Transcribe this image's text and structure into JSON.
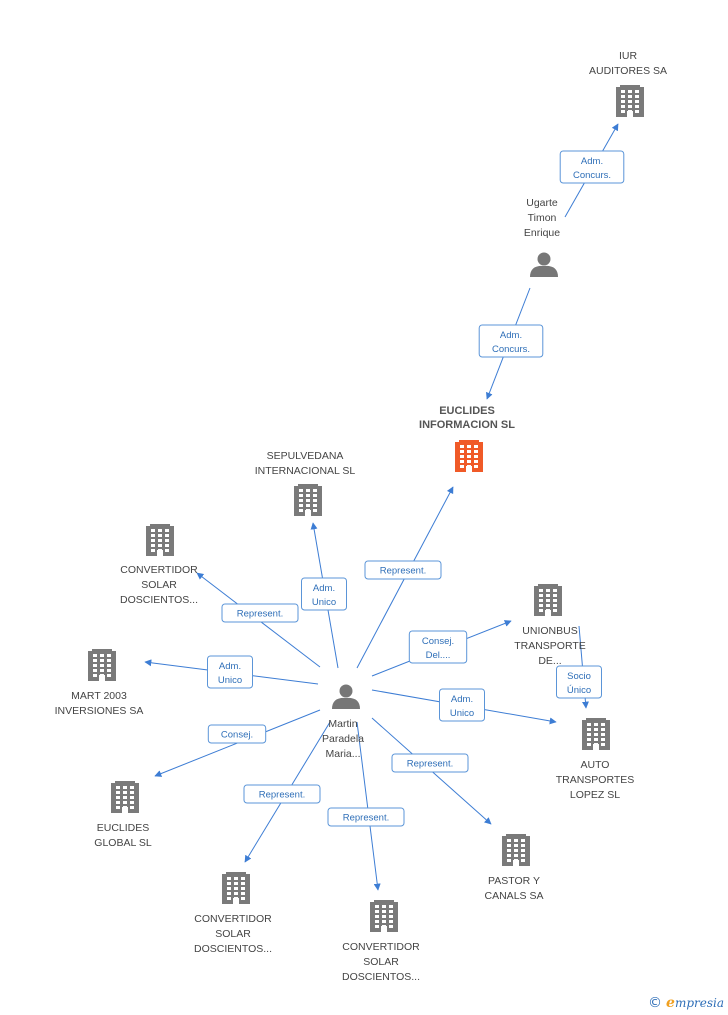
{
  "colors": {
    "edge": "#3d7dd4",
    "label_border": "#5b95d8",
    "label_text": "#2f6fb8",
    "company": "#7a7a7a",
    "company_main": "#f05a28",
    "person": "#777777"
  },
  "nodes": [
    {
      "id": "iur",
      "type": "company",
      "label": [
        "IUR",
        "AUDITORES SA"
      ]
    },
    {
      "id": "ugarte",
      "type": "person",
      "label": [
        "Ugarte",
        "Timon",
        "Enrique"
      ]
    },
    {
      "id": "euclides_info",
      "type": "company",
      "main": true,
      "label": [
        "EUCLIDES",
        "INFORMACION SL"
      ]
    },
    {
      "id": "sepulvedana",
      "type": "company",
      "label": [
        "SEPULVEDANA",
        "INTERNACIONAL SL"
      ]
    },
    {
      "id": "conv1",
      "type": "company",
      "label": [
        "CONVERTIDOR",
        "SOLAR",
        "DOSCIENTOS..."
      ]
    },
    {
      "id": "mart",
      "type": "company",
      "label": [
        "MART 2003",
        "INVERSIONES SA"
      ]
    },
    {
      "id": "martin",
      "type": "person",
      "label": [
        "Martin",
        "Paradela",
        "Maria..."
      ]
    },
    {
      "id": "euclides_global",
      "type": "company",
      "label": [
        "EUCLIDES",
        "GLOBAL SL"
      ]
    },
    {
      "id": "conv2",
      "type": "company",
      "label": [
        "CONVERTIDOR",
        "SOLAR",
        "DOSCIENTOS..."
      ]
    },
    {
      "id": "conv3",
      "type": "company",
      "label": [
        "CONVERTIDOR",
        "SOLAR",
        "DOSCIENTOS..."
      ]
    },
    {
      "id": "pastor",
      "type": "company",
      "label": [
        "PASTOR Y",
        "CANALS SA"
      ]
    },
    {
      "id": "auto",
      "type": "company",
      "label": [
        "AUTO",
        "TRANSPORTES",
        "LOPEZ SL"
      ]
    },
    {
      "id": "unionbus",
      "type": "company",
      "label": [
        "UNIONBUS",
        "TRANSPORTE",
        "DE..."
      ]
    }
  ],
  "edges": [
    {
      "from": "ugarte",
      "to": "iur",
      "label": [
        "Adm.",
        "Concurs."
      ]
    },
    {
      "from": "ugarte",
      "to": "euclides_info",
      "label": [
        "Adm.",
        "Concurs."
      ]
    },
    {
      "from": "martin",
      "to": "euclides_info",
      "label": [
        "Represent."
      ]
    },
    {
      "from": "martin",
      "to": "sepulvedana",
      "label": [
        "Adm.",
        "Unico"
      ]
    },
    {
      "from": "martin",
      "to": "conv1",
      "label": [
        "Represent."
      ]
    },
    {
      "from": "martin",
      "to": "mart",
      "label": [
        "Adm.",
        "Unico"
      ]
    },
    {
      "from": "martin",
      "to": "euclides_global",
      "label": [
        "Consej."
      ]
    },
    {
      "from": "martin",
      "to": "conv2",
      "label": [
        "Represent."
      ]
    },
    {
      "from": "martin",
      "to": "conv3",
      "label": [
        "Represent."
      ]
    },
    {
      "from": "martin",
      "to": "pastor",
      "label": [
        "Represent."
      ]
    },
    {
      "from": "martin",
      "to": "auto",
      "label": [
        "Adm.",
        "Unico"
      ]
    },
    {
      "from": "martin",
      "to": "unionbus",
      "label": [
        "Consej.",
        "Del...."
      ]
    },
    {
      "from": "unionbus",
      "to": "auto",
      "label": [
        "Socio",
        "Único"
      ]
    }
  ],
  "footer": {
    "copyright_symbol": "©",
    "brand_initial": "e",
    "brand_rest": "mpresia"
  }
}
